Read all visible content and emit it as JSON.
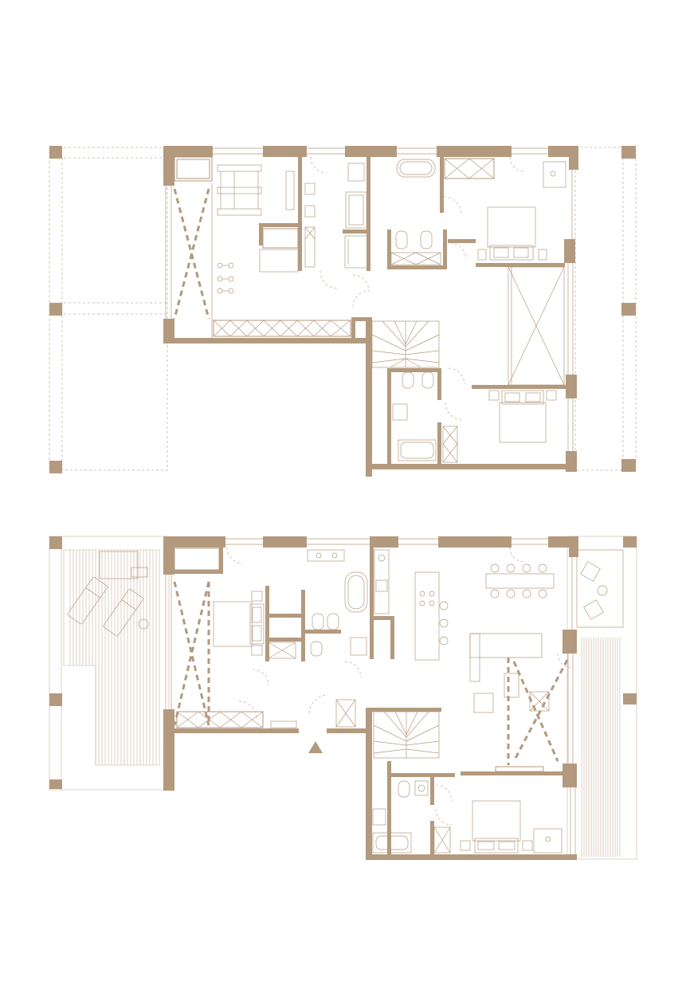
{
  "colors": {
    "wall": "#b39a7e",
    "line": "#c8b49c",
    "background": "#ffffff"
  },
  "plans": [
    {
      "level": "upper-floor",
      "label": ""
    },
    {
      "level": "lower-floor",
      "label": "",
      "entrance_marker": "triangle"
    }
  ]
}
